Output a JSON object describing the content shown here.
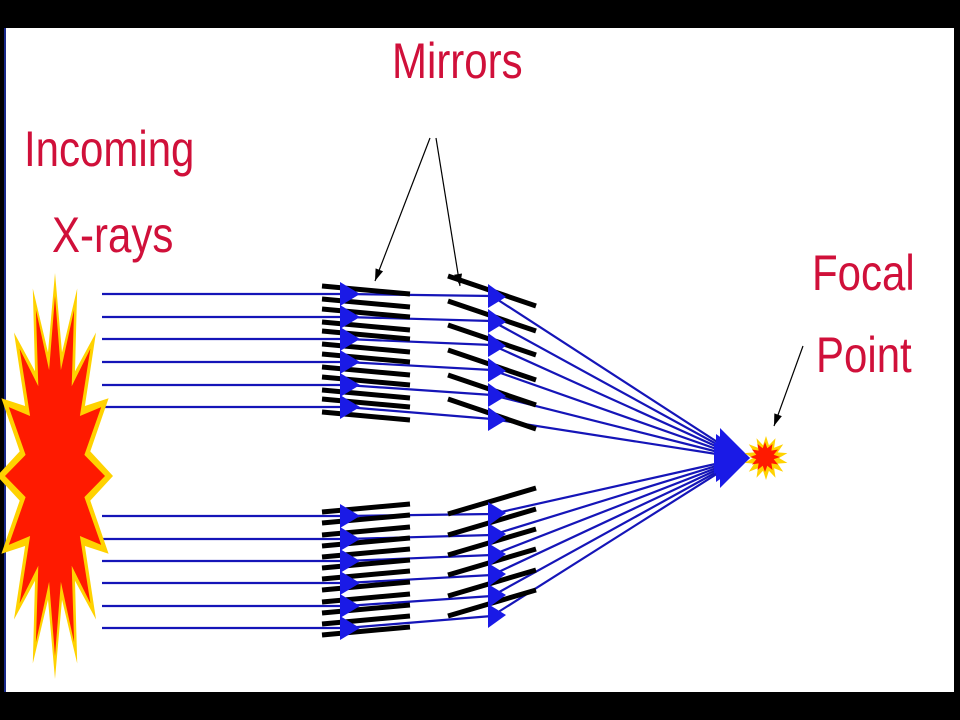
{
  "labels": {
    "mirrors": "Mirrors",
    "incoming_line1": "Incoming",
    "incoming_line2": "X-rays",
    "focal_line1": "Focal",
    "focal_line2": "Point"
  },
  "colors": {
    "label_text": "#d0103a",
    "rays": "#1515b8",
    "arrowheads": "#1a1ae6",
    "mirrors": "#000000",
    "burst_fill": "#ff1a00",
    "burst_outline": "#ffd200",
    "background": "#ffffff",
    "frame": "#000000"
  },
  "icons": {
    "source": "xray-source-burst-icon",
    "focus": "focal-point-burst-icon"
  }
}
